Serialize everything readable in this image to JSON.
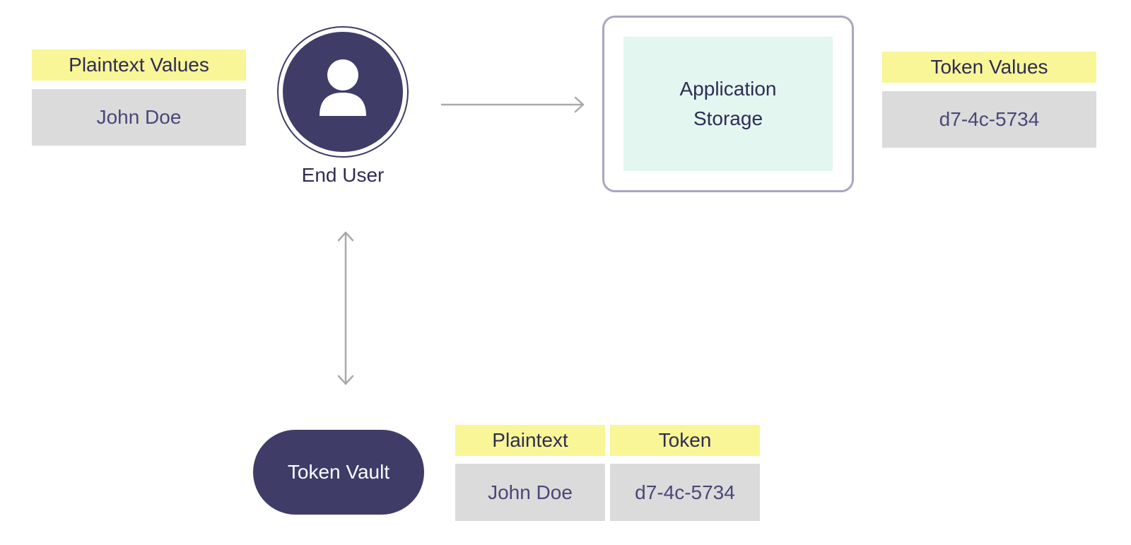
{
  "end_user": {
    "label": "End User",
    "icon": "user-icon",
    "plaintext_header": "Plaintext Values",
    "plaintext_value": "John Doe"
  },
  "application_storage": {
    "label_line1": "Application",
    "label_line2": "Storage",
    "token_header": "Token Values",
    "token_value": "d7-4c-5734"
  },
  "token_vault": {
    "label": "Token Vault",
    "table": {
      "headers": [
        "Plaintext",
        "Token"
      ],
      "row": [
        "John Doe",
        "d7-4c-5734"
      ]
    }
  },
  "colors": {
    "primary": "#3f3c68",
    "header_bg": "#f8f697",
    "cell_bg": "#dbdbdb",
    "storage_bg": "#e3f6f0",
    "arrow": "#a9a9a9"
  }
}
